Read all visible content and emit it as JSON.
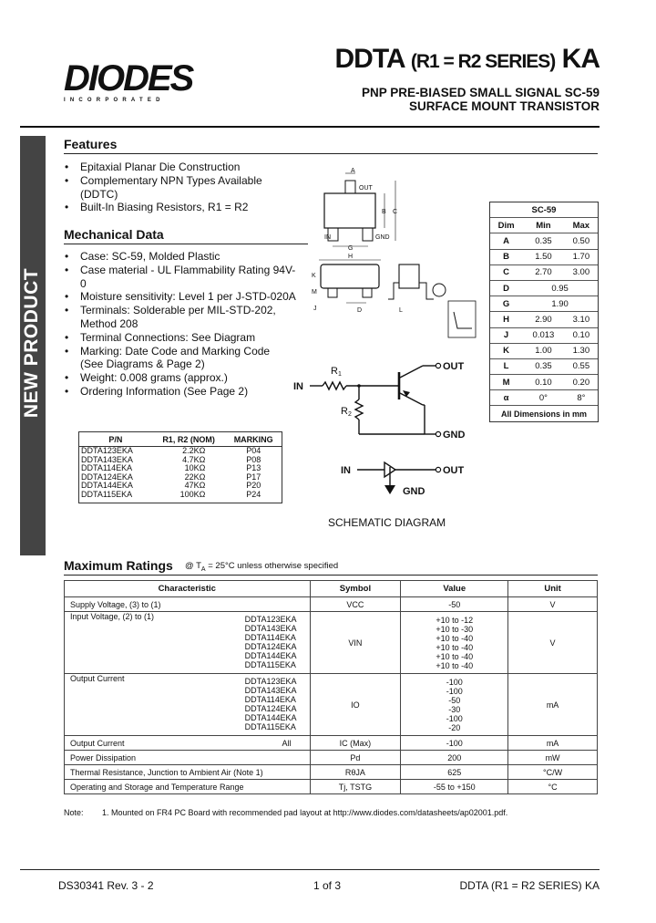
{
  "header": {
    "logo": "DIODES",
    "logo_sub": "INCORPORATED",
    "title_prefix": "DDTA",
    "title_series": "(R1 = R2 SERIES)",
    "title_suffix": "KA",
    "subtitle_1": "PNP PRE-BIASED SMALL SIGNAL SC-59",
    "subtitle_2": "SURFACE MOUNT TRANSISTOR"
  },
  "sidebar": {
    "label": "NEW PRODUCT"
  },
  "features": {
    "heading": "Features",
    "items": [
      "Epitaxial Planar Die Construction",
      "Complementary NPN Types Available (DDTC)",
      "Built-In Biasing Resistors, R1 = R2"
    ]
  },
  "mechanical": {
    "heading": "Mechanical Data",
    "items": [
      "Case: SC-59, Molded Plastic",
      "Case material - UL Flammability Rating 94V-0",
      "Moisture sensitivity:  Level 1 per J-STD-020A",
      "Terminals: Solderable per MIL-STD-202, Method 208",
      "Terminal Connections: See Diagram",
      "Marking: Date Code and Marking Code (See Diagrams & Page 2)",
      "Weight: 0.008 grams (approx.)",
      "Ordering Information (See Page 2)"
    ]
  },
  "pn_table": {
    "headers": [
      "P/N",
      "R1, R2 (NOM)",
      "MARKING"
    ],
    "rows": [
      [
        "DDTA123EKA",
        "2.2KΩ",
        "P04"
      ],
      [
        "DDTA143EKA",
        "4.7KΩ",
        "P08"
      ],
      [
        "DDTA114EKA",
        "10KΩ",
        "P13"
      ],
      [
        "DDTA124EKA",
        "22KΩ",
        "P17"
      ],
      [
        "DDTA144EKA",
        "47KΩ",
        "P20"
      ],
      [
        "DDTA115EKA",
        "100KΩ",
        "P24"
      ]
    ]
  },
  "dim_table": {
    "package": "SC-59",
    "headers": [
      "Dim",
      "Min",
      "Max"
    ],
    "rows": [
      [
        "A",
        "0.35",
        "0.50"
      ],
      [
        "B",
        "1.50",
        "1.70"
      ],
      [
        "C",
        "2.70",
        "3.00"
      ],
      [
        "D",
        "0.95",
        ""
      ],
      [
        "G",
        "1.90",
        ""
      ],
      [
        "H",
        "2.90",
        "3.10"
      ],
      [
        "J",
        "0.013",
        "0.10"
      ],
      [
        "K",
        "1.00",
        "1.30"
      ],
      [
        "L",
        "0.35",
        "0.55"
      ],
      [
        "M",
        "0.10",
        "0.20"
      ],
      [
        "α",
        "0°",
        "8°"
      ]
    ],
    "footer": "All Dimensions in mm"
  },
  "package_drawing": {
    "labels": [
      "A",
      "OUT",
      "B",
      "C",
      "IN",
      "GND",
      "G",
      "H",
      "K",
      "M",
      "J",
      "D",
      "L"
    ]
  },
  "schematic": {
    "labels": {
      "r1": "R",
      "r1_sub": "1",
      "r2": "R",
      "r2_sub": "2",
      "in": "IN",
      "out": "OUT",
      "gnd": "GND"
    },
    "caption": "SCHEMATIC DIAGRAM"
  },
  "max_ratings": {
    "heading": "Maximum Ratings",
    "condition_prefix": "@ T",
    "condition_sub": "A",
    "condition_rest": " = 25°C unless otherwise specified",
    "headers": [
      "Characteristic",
      "Symbol",
      "Value",
      "Unit"
    ],
    "rows": [
      {
        "char": "Supply Voltage, (3) to (1)",
        "parts": [],
        "symbol": "VCC",
        "values": [
          "-50"
        ],
        "unit": "V"
      },
      {
        "char": "Input Voltage, (2) to (1)",
        "parts": [
          "DDTA123EKA",
          "DDTA143EKA",
          "DDTA114EKA",
          "DDTA124EKA",
          "DDTA144EKA",
          "DDTA115EKA"
        ],
        "symbol": "VIN",
        "values": [
          "+10 to -12",
          "+10 to -30",
          "+10 to -40",
          "+10 to -40",
          "+10 to -40",
          "+10 to -40"
        ],
        "unit": "V"
      },
      {
        "char": "Output Current",
        "parts": [
          "DDTA123EKA",
          "DDTA143EKA",
          "DDTA114EKA",
          "DDTA124EKA",
          "DDTA144EKA",
          "DDTA115EKA"
        ],
        "symbol": "IO",
        "values": [
          "-100",
          "-100",
          "-50",
          "-30",
          "-100",
          "-20"
        ],
        "unit": "mA"
      },
      {
        "char": "Output Current",
        "parts": [
          "All"
        ],
        "symbol": "IC (Max)",
        "values": [
          "-100"
        ],
        "unit": "mA"
      },
      {
        "char": "Power Dissipation",
        "parts": [],
        "symbol": "Pd",
        "values": [
          "200"
        ],
        "unit": "mW"
      },
      {
        "char": "Thermal Resistance, Junction to Ambient Air (Note 1)",
        "parts": [],
        "symbol": "RθJA",
        "values": [
          "625"
        ],
        "unit": "°C/W"
      },
      {
        "char": "Operating and Storage and Temperature Range",
        "parts": [],
        "symbol": "Tj, TSTG",
        "values": [
          "-55 to +150"
        ],
        "unit": "°C"
      }
    ]
  },
  "note": {
    "label": "Note:",
    "text": "1.  Mounted on FR4 PC Board with recommended pad layout at http://www.diodes.com/datasheets/ap02001.pdf."
  },
  "footer": {
    "left": "DS30341 Rev. 3 - 2",
    "center": "1 of 3",
    "right": "DDTA (R1 = R2 SERIES) KA"
  }
}
